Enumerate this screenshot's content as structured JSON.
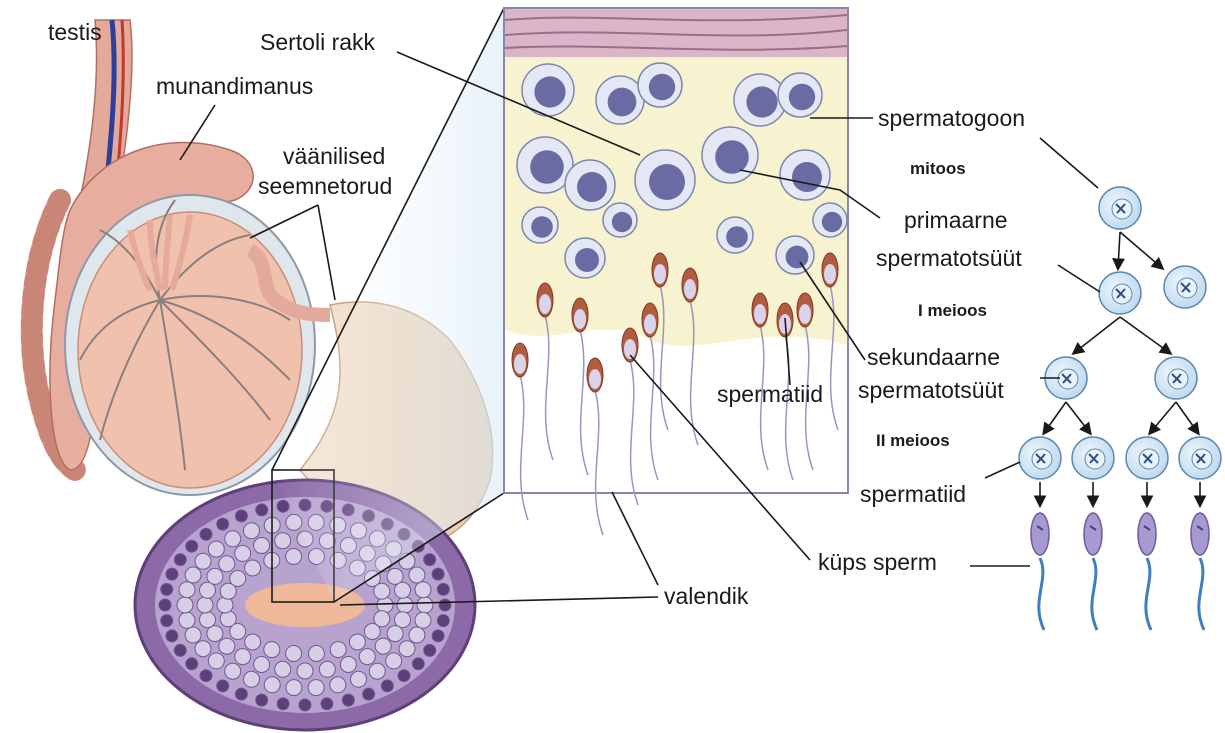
{
  "labels": {
    "testis": "testis",
    "epididymis": "munandimanus",
    "tubules_line1": "väänilised",
    "tubules_line2": "seemnetorud",
    "sertoli": "Sertoli rakk",
    "spermatogonium": "spermatogoon",
    "primary_line1": "primaarne",
    "primary_line2": "spermatotsüüt",
    "secondary_line1": "sekundaarne",
    "secondary_line2": "spermatotsüüt",
    "spermatid_tissue": "spermatiid",
    "spermatid_scheme": "spermatiid",
    "mature_sperm": "küps sperm",
    "lumen": "valendik"
  },
  "stages": {
    "mitosis": "mitoos",
    "meiosis1": "I meioos",
    "meiosis2": "II meioos"
  },
  "colors": {
    "cell_fill": "#cfe4f3",
    "cell_stroke": "#5a86b0",
    "sperm_head": "#a89ad0",
    "sperm_tail": "#3e7fc1",
    "testis_tissue": "#f0c2ad",
    "tubule_section": "#8c6aa8",
    "tissue_bg": "#f7f2cf"
  }
}
